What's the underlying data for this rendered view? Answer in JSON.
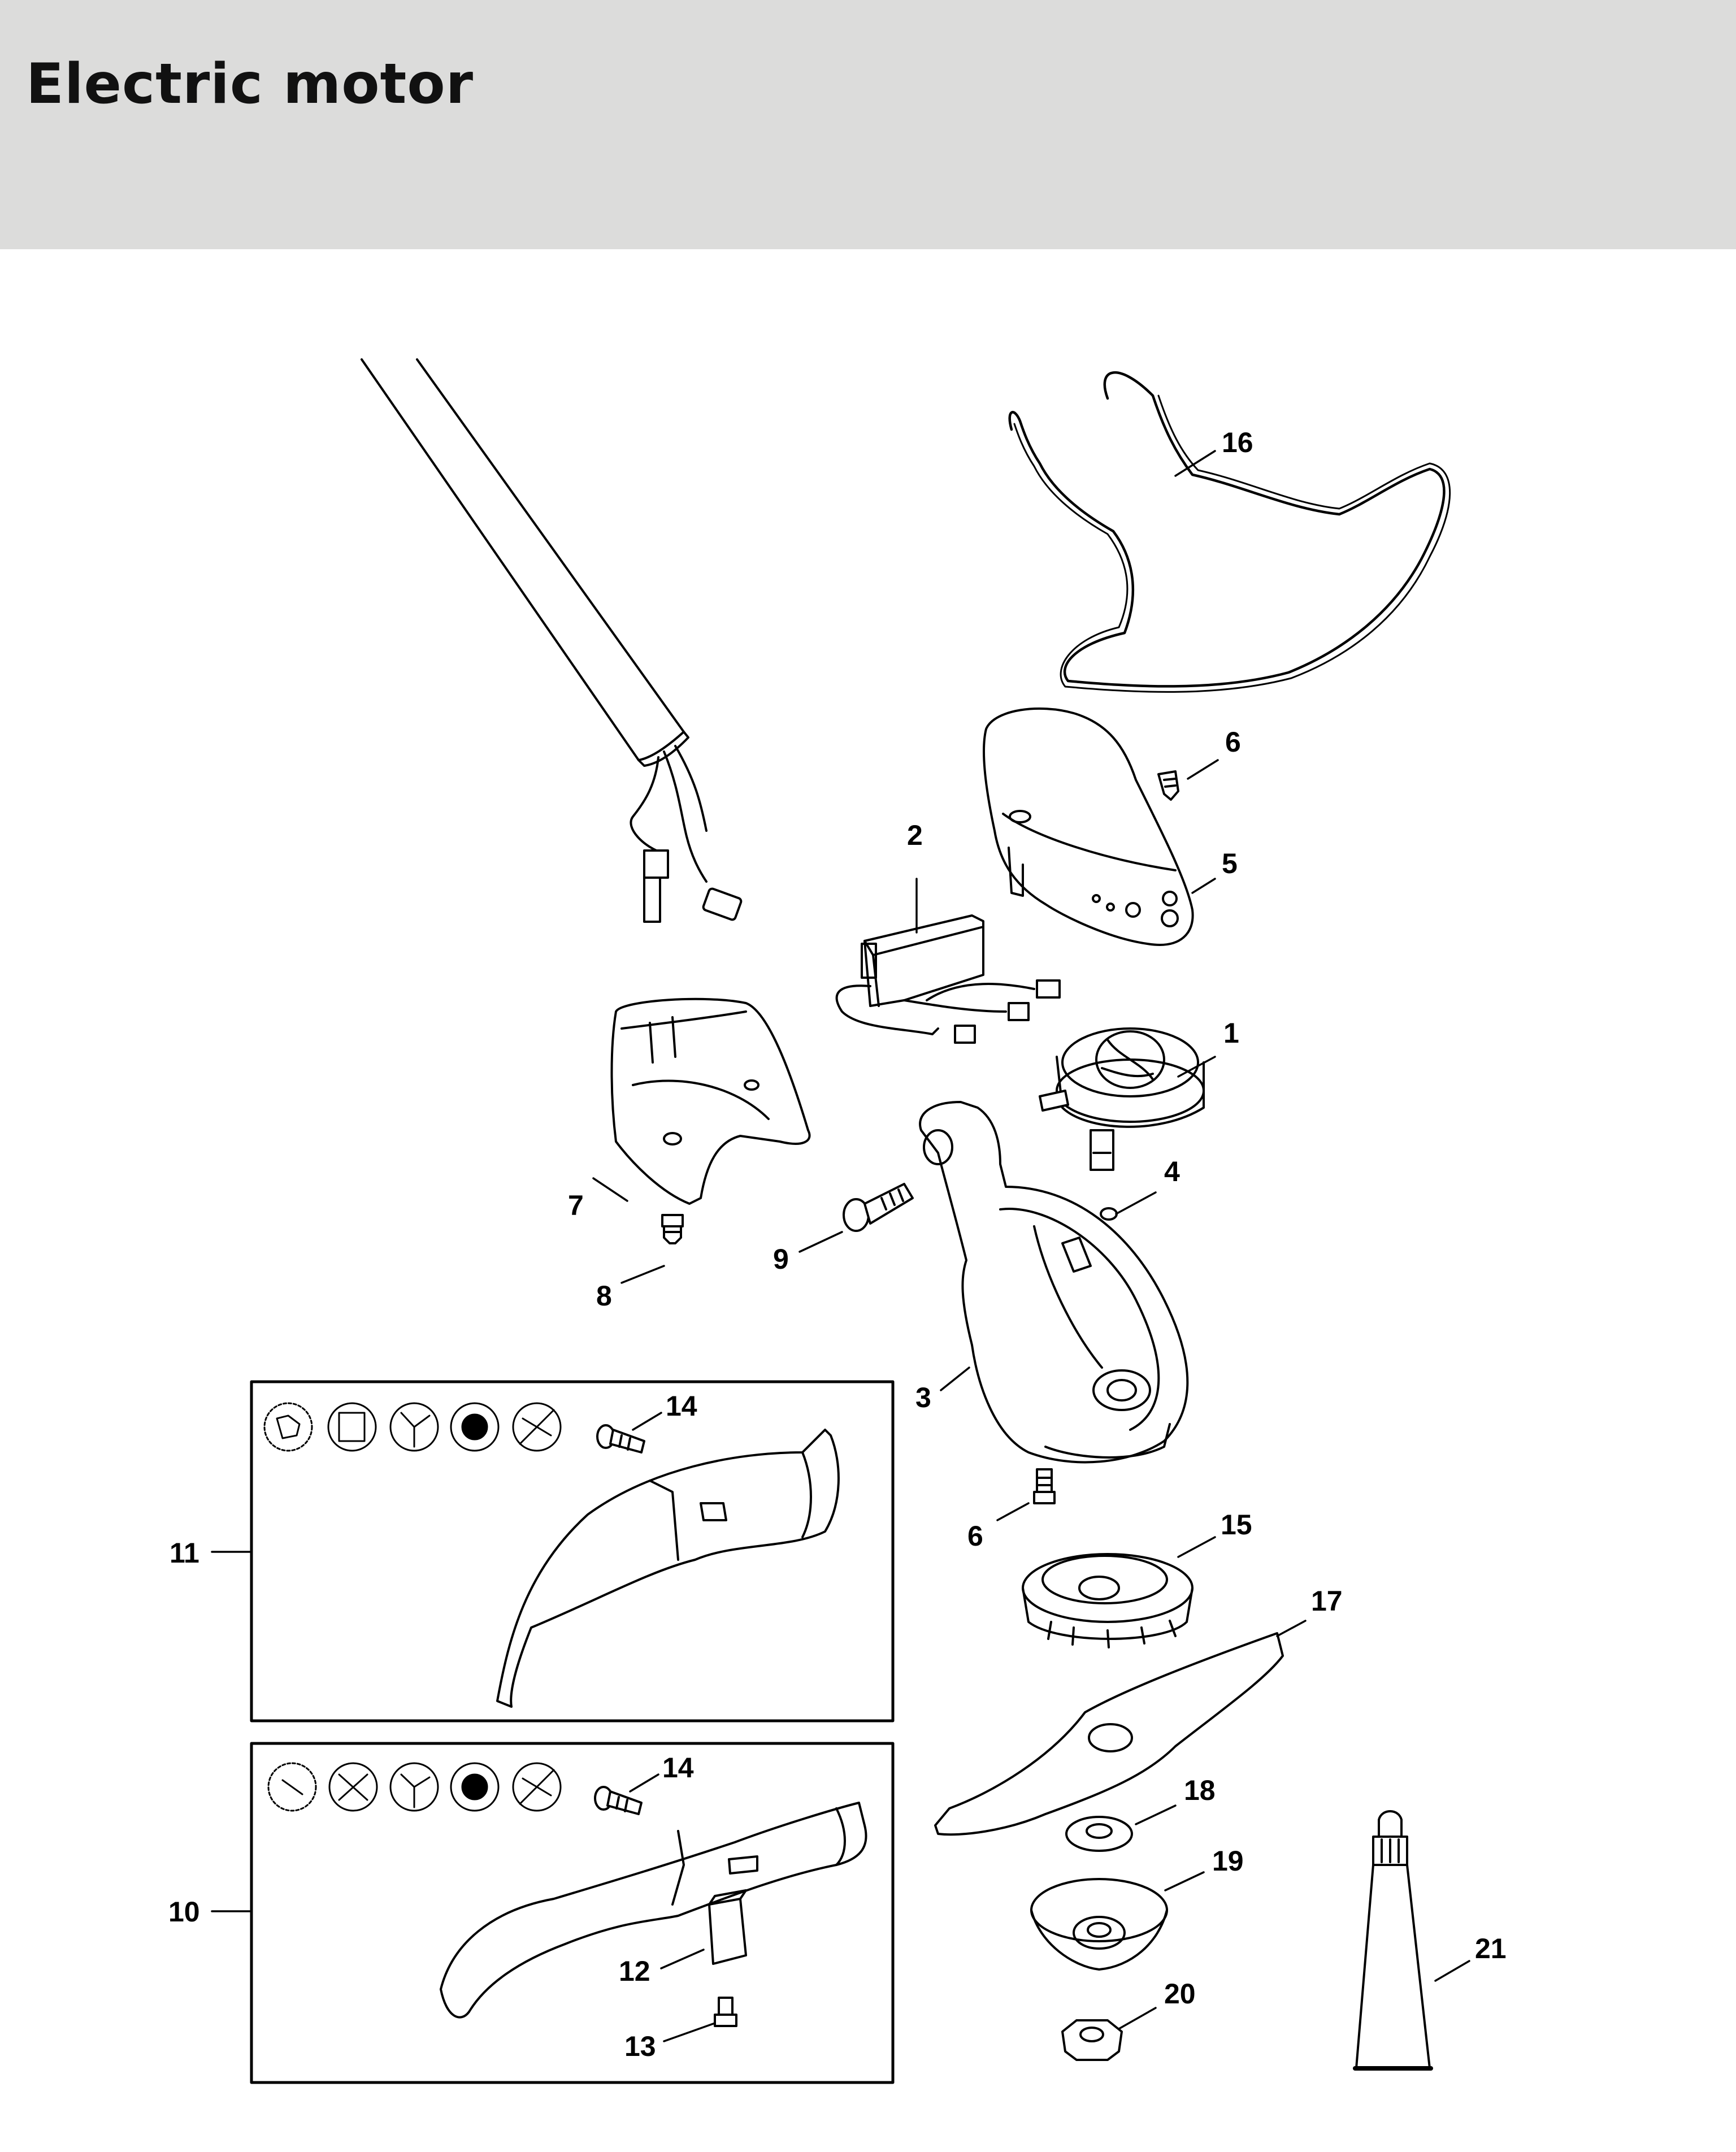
{
  "title": "Electric motor",
  "callouts": [
    {
      "id": "c1",
      "text": "1"
    },
    {
      "id": "c2",
      "text": "2"
    },
    {
      "id": "c3",
      "text": "3"
    },
    {
      "id": "c4",
      "text": "4"
    },
    {
      "id": "c5",
      "text": "5"
    },
    {
      "id": "c6a",
      "text": "6"
    },
    {
      "id": "c6b",
      "text": "6"
    },
    {
      "id": "c7",
      "text": "7"
    },
    {
      "id": "c8",
      "text": "8"
    },
    {
      "id": "c9",
      "text": "9"
    },
    {
      "id": "c10",
      "text": "10"
    },
    {
      "id": "c11",
      "text": "11"
    },
    {
      "id": "c12",
      "text": "12"
    },
    {
      "id": "c13",
      "text": "13"
    },
    {
      "id": "c14a",
      "text": "14"
    },
    {
      "id": "c14b",
      "text": "14"
    },
    {
      "id": "c15",
      "text": "15"
    },
    {
      "id": "c16",
      "text": "16"
    },
    {
      "id": "c17",
      "text": "17"
    },
    {
      "id": "c18",
      "text": "18"
    },
    {
      "id": "c19",
      "text": "19"
    },
    {
      "id": "c20",
      "text": "20"
    },
    {
      "id": "c21",
      "text": "21"
    }
  ]
}
